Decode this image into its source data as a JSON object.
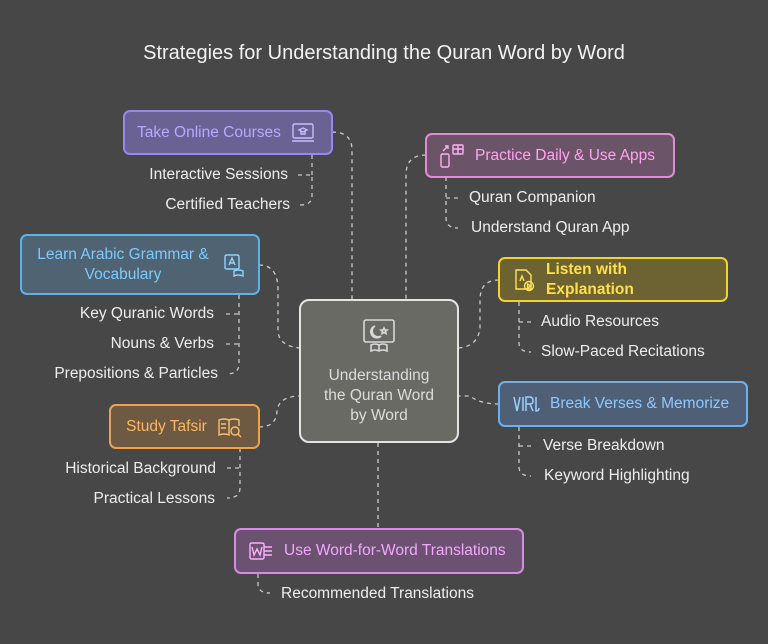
{
  "title": "Strategies for Understanding the Quran Word by Word",
  "center": {
    "label": "Understanding the Quran Word by Word",
    "icon": "book-crescent-icon"
  },
  "branches": {
    "online": {
      "label": "Take Online Courses",
      "icon": "online-course-icon",
      "color": "#9a86f0",
      "bg": "#6b6294",
      "items": [
        "Interactive Sessions",
        "Certified Teachers"
      ]
    },
    "arabic": {
      "label": "Learn Arabic Grammar & Vocabulary",
      "icon": "arabic-book-icon",
      "color": "#58b4ea",
      "bg": "#4f6373",
      "items": [
        "Key Quranic Words",
        "Nouns & Verbs",
        "Prepositions & Particles"
      ]
    },
    "tafsir": {
      "label": "Study Tafsir",
      "icon": "tafsir-book-icon",
      "color": "#f0a24a",
      "bg": "#6e5a43",
      "items": [
        "Historical Background",
        "Practical Lessons"
      ]
    },
    "apps": {
      "label": "Practice Daily & Use Apps",
      "icon": "mobile-apps-icon",
      "color": "#e38ad8",
      "bg": "#6b5468",
      "items": [
        "Quran Companion",
        "Understand Quran App"
      ]
    },
    "listen": {
      "label": "Listen with Explanation",
      "icon": "audio-explanation-icon",
      "color": "#f2d22e",
      "bg": "#6c6232",
      "items": [
        "Audio Resources",
        "Slow-Paced Recitations"
      ]
    },
    "verses": {
      "label": "Break Verses & Memorize",
      "icon": "verse-breakdown-icon",
      "color": "#6ab1f4",
      "bg": "#4f6076",
      "items": [
        "Verse Breakdown",
        "Keyword Highlighting"
      ]
    },
    "translations": {
      "label": "Use Word-for-Word Translations",
      "icon": "word-translation-icon",
      "color": "#d98ae6",
      "bg": "#6b5270",
      "items": [
        "Recommended Translations"
      ]
    }
  }
}
